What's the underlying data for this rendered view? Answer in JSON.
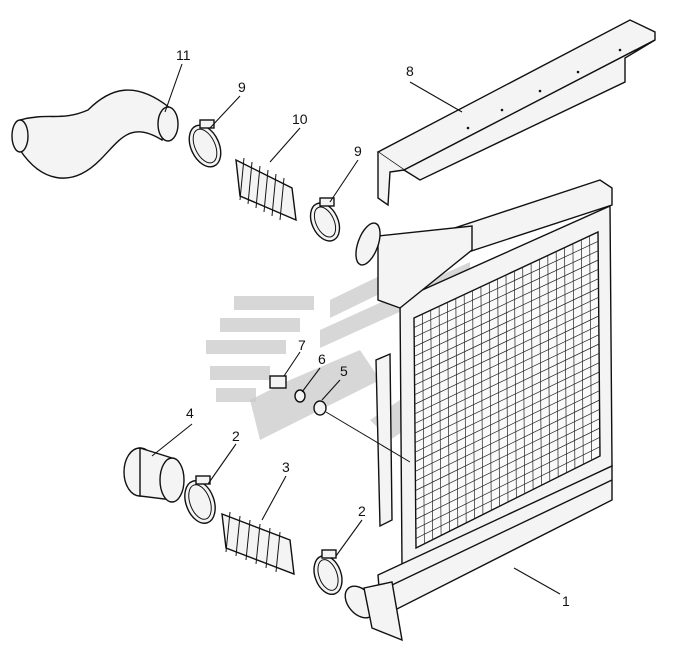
{
  "diagram": {
    "callouts": [
      "1",
      "2",
      "2",
      "3",
      "4",
      "5",
      "6",
      "7",
      "8",
      "9",
      "9",
      "10",
      "11"
    ]
  },
  "colors": {
    "line": "#111111",
    "watermark": "#c9c9c9",
    "background": "#ffffff"
  }
}
